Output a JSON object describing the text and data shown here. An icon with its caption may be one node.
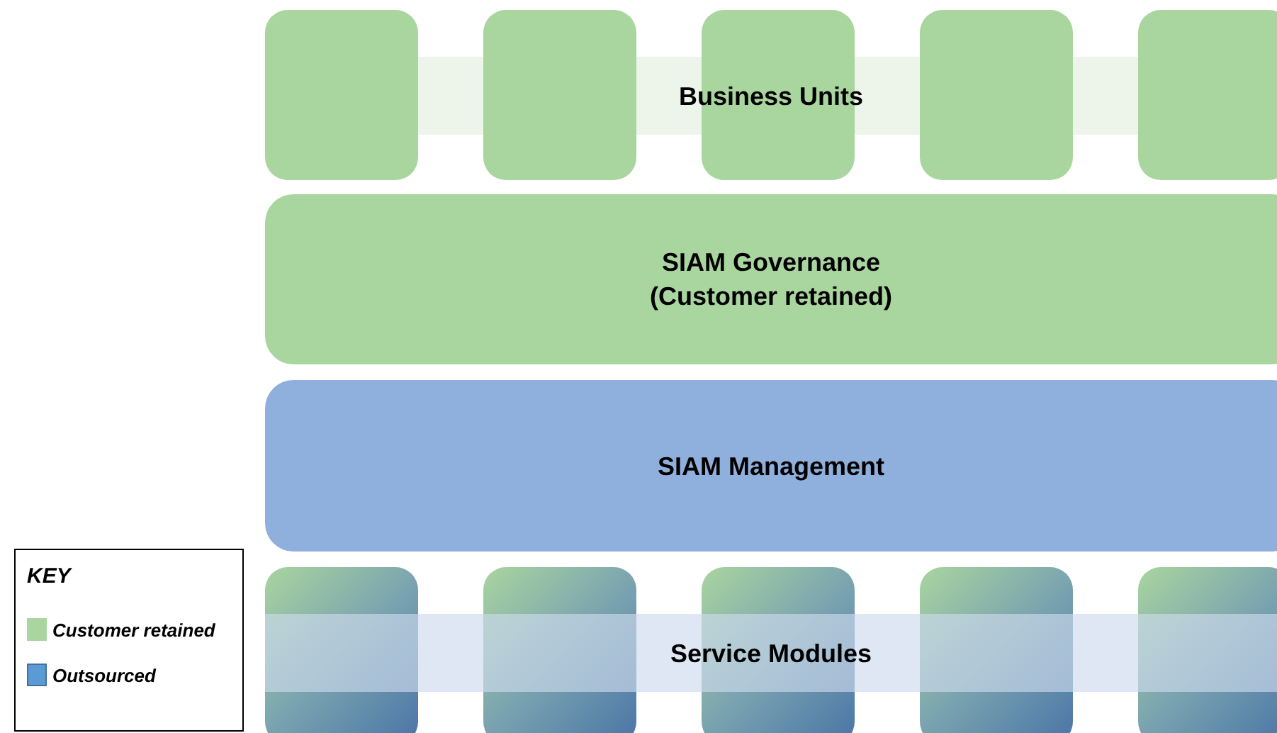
{
  "diagram": {
    "nodes": [
      {
        "text": [],
        "shape": "box"
      },
      {
        "text": [],
        "shape": "box"
      },
      {
        "text": [],
        "shape": "box"
      },
      {
        "text": [],
        "shape": "box"
      },
      {
        "text": [],
        "shape": "box"
      },
      {
        "text": [
          "Business Units"
        ]
      },
      {
        "text": [
          "SIAM Governance",
          "(Customer retained)"
        ]
      },
      {
        "text": [
          "SIAM Management"
        ]
      },
      {
        "text": [],
        "shape": "box"
      },
      {
        "text": [],
        "shape": "box"
      },
      {
        "text": [],
        "shape": "box"
      },
      {
        "text": [],
        "shape": "box"
      },
      {
        "text": [],
        "shape": "box"
      },
      {
        "text": [
          "Service Modules"
        ]
      }
    ],
    "labels": [
      "KEY"
    ],
    "legend": [
      {
        "text": "Customer retained",
        "color": "#a9d59f"
      },
      {
        "text": "Outsourced",
        "color": "#5b9bd5"
      }
    ]
  }
}
